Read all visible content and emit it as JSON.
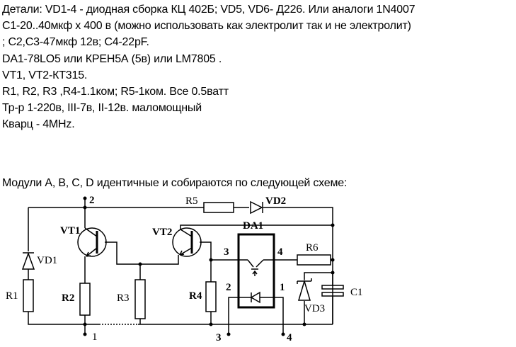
{
  "text_lines": [
    "Детали: VD1-4 - диодная сборка  КЦ 402Б; VD5, VD6- Д226. Или аналоги 1N4007",
    "C1-20..40мкф x 400 в (можно использовать как электролит так и не электролит)",
    "; C2,C3-47мкф 12в; C4-22pF.",
    "DA1-78LO5 или  КРЕН5А (5в) или   LM7805 .",
    "VT1, VT2-КТ315.",
    "R1, R2, R3 ,R4-1.1ком; R5-1ком. Все 0.5ватт",
    "Тр-р 1-220в, III-7в, II-12в. маломощный",
    "Кварц - 4MHz."
  ],
  "caption": "Модули A, B, C, D идентичные и собираются по следующей схеме:",
  "schematic": {
    "components": {
      "R1": "R1",
      "R2": "R2",
      "R3": "R3",
      "R4": "R4",
      "R5": "R5",
      "R6": "R6",
      "VD1": "VD1",
      "VD2": "VD2",
      "VD3": "VD3",
      "VT1": "VT1",
      "VT2": "VT2",
      "DA1": "DA1",
      "C1": "C1"
    },
    "terminals": {
      "t1": "1",
      "t2": "2",
      "t3": "3",
      "t4": "4"
    },
    "da1_pins": {
      "p1": "1",
      "p2": "2",
      "p3": "3",
      "p4": "4"
    }
  }
}
